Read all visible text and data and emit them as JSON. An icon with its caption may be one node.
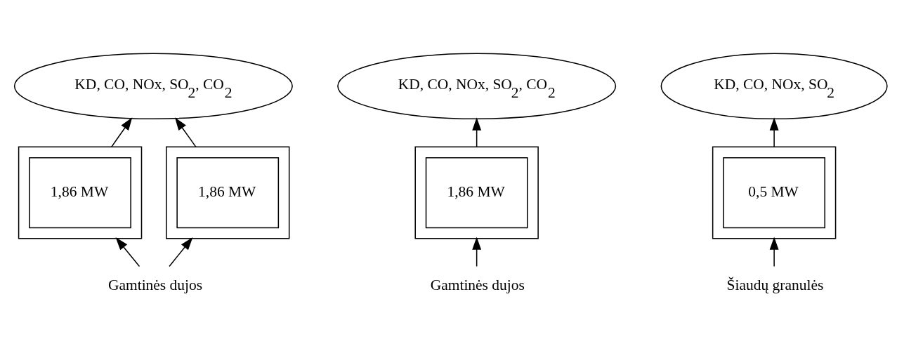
{
  "diagram": {
    "nodes": [
      {
        "text": [
          "KD, CO, NOx, SO$_{2}$, CO$_{2}$"
        ]
      },
      {
        "text": [],
        "shape": "box"
      },
      {
        "text": [
          "1,86 MW"
        ],
        "in": 1
      },
      {
        "text": [],
        "shape": "box"
      },
      {
        "text": [
          "1,86 MW"
        ],
        "in": 3
      },
      {
        "text": [
          "Gamtinės dujos"
        ]
      },
      {
        "text": [
          "KD, CO, NOx, SO$_{2}$, CO$_{2}$"
        ]
      },
      {
        "text": [],
        "shape": "box"
      },
      {
        "text": [
          "1,86 MW"
        ],
        "in": 7
      },
      {
        "text": [
          "Gamtinės dujos"
        ]
      },
      {
        "text": [
          "KD, CO, NOx, SO$_{2}$"
        ]
      },
      {
        "text": [],
        "shape": "box"
      },
      {
        "text": [
          "0,5 MW"
        ],
        "in": 11
      },
      {
        "text": [
          "Šiaudų granulės"
        ]
      }
    ],
    "edges": [
      {
        "from": 1,
        "to": 0,
        "arrow": "to"
      },
      {
        "from": 3,
        "to": 0,
        "arrow": "to"
      },
      {
        "from": 5,
        "to": 1,
        "arrow": "to"
      },
      {
        "from": 5,
        "to": 3,
        "arrow": "to"
      },
      {
        "from": 7,
        "to": 6,
        "arrow": "to"
      },
      {
        "from": 9,
        "to": 7,
        "arrow": "to"
      },
      {
        "from": 11,
        "to": 10,
        "arrow": "to"
      },
      {
        "from": 13,
        "to": 11,
        "arrow": "to"
      }
    ]
  }
}
